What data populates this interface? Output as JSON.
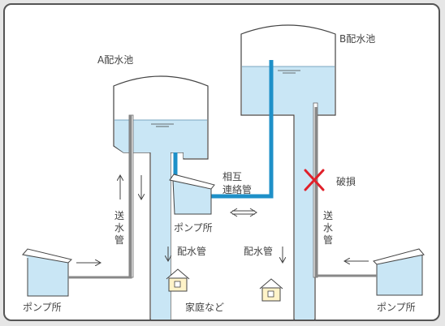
{
  "labels": {
    "tank_a": "A配水池",
    "tank_b": "B配水池",
    "pump_station": "ポンプ所",
    "interconnect_line1": "相互",
    "interconnect_line2": "連絡管",
    "supply_pipe_chars": [
      "送",
      "水",
      "管"
    ],
    "distribution_pipe": "配水管",
    "homes": "家庭など",
    "damage": "破損"
  },
  "colors": {
    "water": "#c9e6f5",
    "tank_outline": "#444444",
    "interconnect_pipe": "#1e90c8",
    "damage_mark": "#e0202a"
  },
  "icons": [
    "house-icon",
    "damage-x-icon",
    "flow-arrow-icon",
    "double-arrow-icon"
  ]
}
